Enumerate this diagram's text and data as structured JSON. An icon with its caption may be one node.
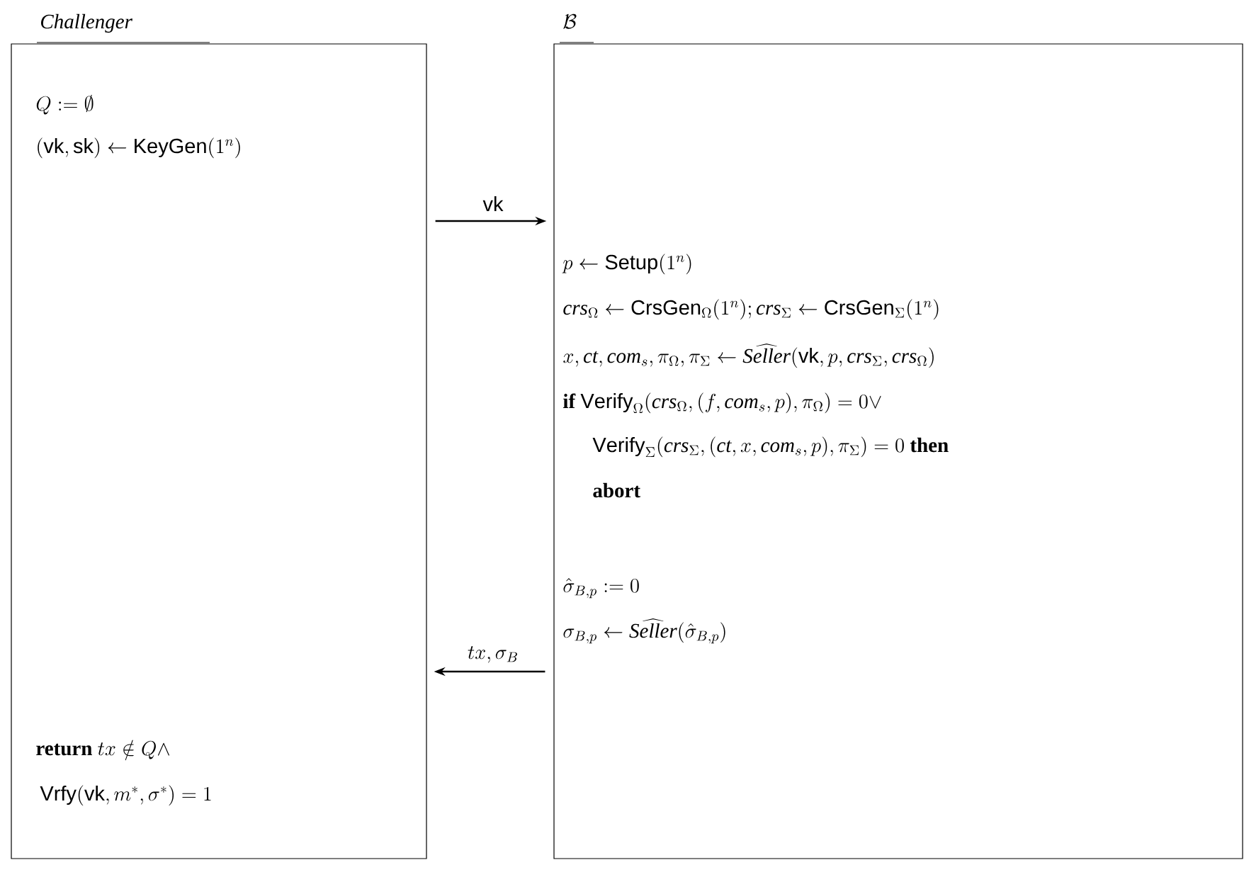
{
  "diagram": {
    "nodes": [
      {
        "text": [
          "\\mathit{Challenger}",
          "Q \\mathrel{:=} \\emptyset",
          "(\\mathsf{vk},\\mathsf{sk}) \\leftarrow \\mathsf{KeyGen}(1^n)",
          "\\textbf{return } tx \\notin Q \\wedge",
          "\\mathsf{Vrfy}(\\mathsf{vk},m^*,\\sigma^*) = 1"
        ]
      },
      {
        "text": [
          "\\mathcal{B}",
          "p \\leftarrow \\mathsf{Setup}(1^n)",
          "\\mathit{crs}_{\\Omega} \\leftarrow \\mathsf{CrsGen}_{\\Omega}(1^n); \\mathit{crs}_{\\Sigma} \\leftarrow \\mathsf{CrsGen}_{\\Sigma}(1^n)",
          "x, \\mathit{ct}, \\mathit{com}_s, \\pi_{\\Omega}, \\pi_{\\Sigma} \\leftarrow \\widehat{\\mathit{Seller}}(\\mathsf{vk}, p, \\mathit{crs}_{\\Sigma}, \\mathit{crs}_{\\Omega})",
          "\\textbf{if } \\mathsf{Verify}_{\\Omega}(\\mathit{crs}_{\\Omega}, (f, \\mathit{com}_s, p), \\pi_{\\Omega}) = 0 \\vee",
          "\\mathsf{Verify}_{\\Sigma}(\\mathit{crs}_{\\Sigma}, (\\mathit{ct}, x, \\mathit{com}_s, p), \\pi_{\\Sigma}) = 0 \\textbf{ then}",
          "\\textbf{abort}",
          "\\hat{\\sigma}_{B,p} \\mathrel{:=} 0",
          "\\sigma_{B,p} \\leftarrow \\widehat{\\mathit{Seller}}(\\hat{\\sigma}_{B,p})"
        ]
      }
    ],
    "edges": [
      {
        "from": 0,
        "to": 1,
        "arrow": "to",
        "label": "\\mathsf{vk}"
      },
      {
        "from": 1,
        "to": 0,
        "arrow": "to",
        "label": "tx, \\sigma_B"
      }
    ]
  }
}
